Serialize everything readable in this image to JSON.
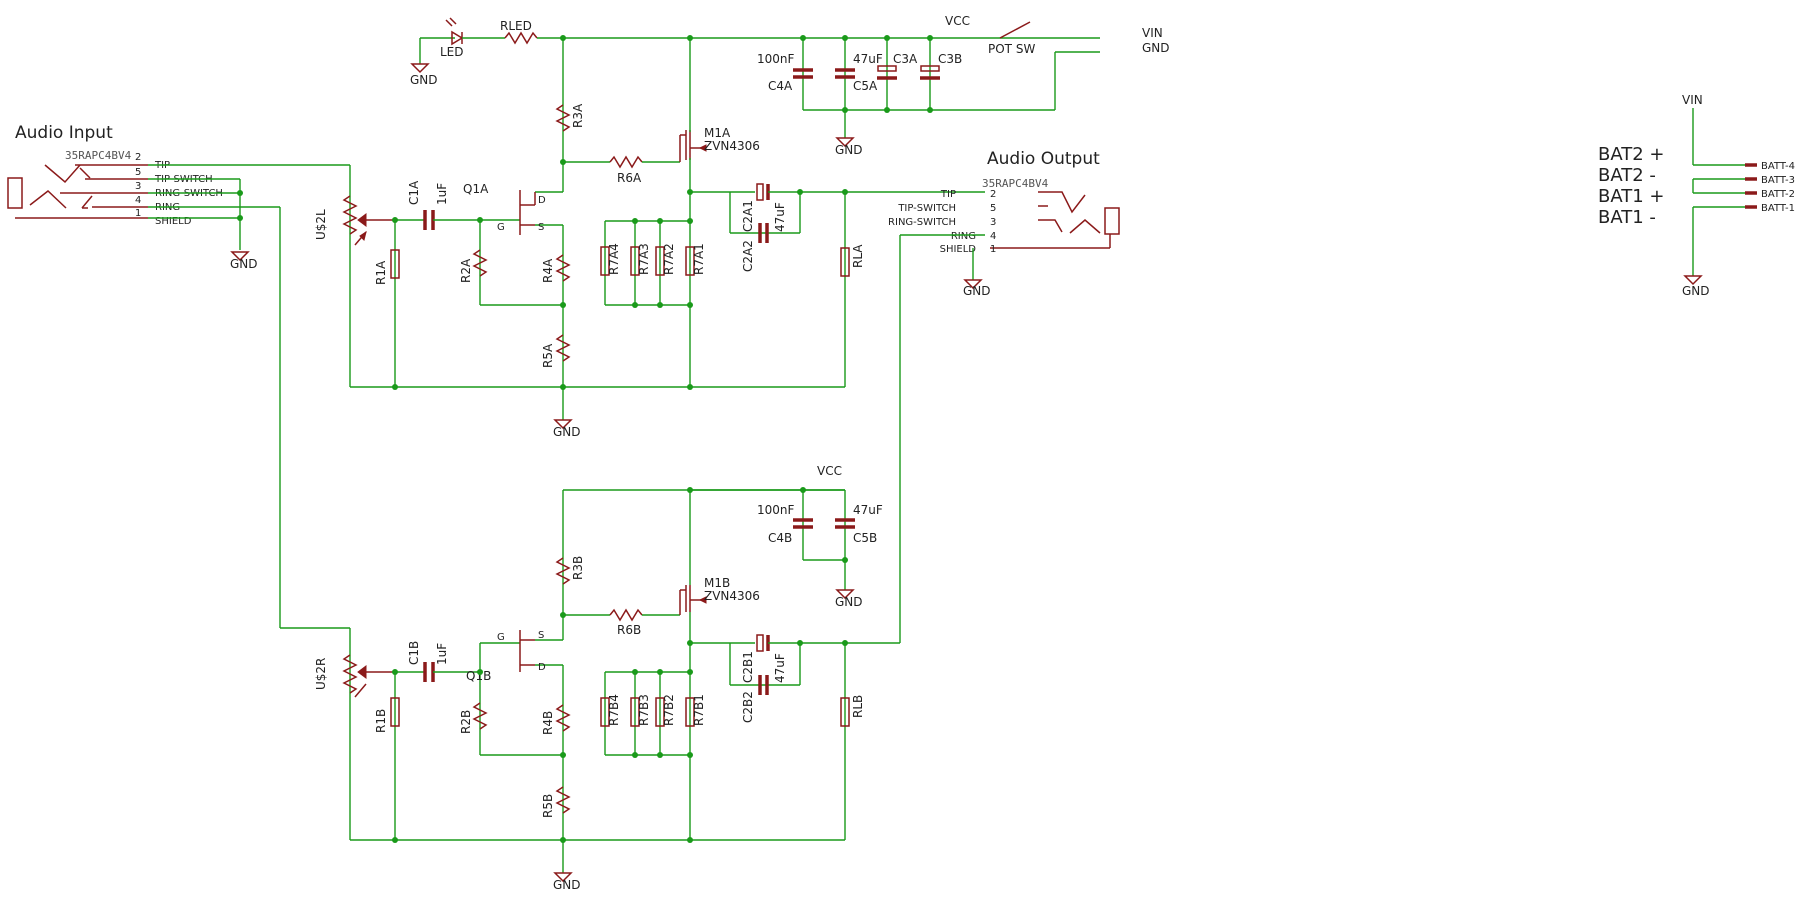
{
  "sections": {
    "audio_input": "Audio Input",
    "audio_output": "Audio Output"
  },
  "jacks": {
    "input": {
      "part": "35RAPC4BV4",
      "pins": [
        {
          "num": "2",
          "name": "TIP"
        },
        {
          "num": "5",
          "name": "TIP-SWITCH"
        },
        {
          "num": "3",
          "name": "RING-SWITCH"
        },
        {
          "num": "4",
          "name": "RING"
        },
        {
          "num": "1",
          "name": "SHIELD"
        }
      ]
    },
    "output": {
      "part": "35RAPC4BV4",
      "pins": [
        {
          "num": "2",
          "name": "TIP"
        },
        {
          "num": "5",
          "name": "TIP-SWITCH"
        },
        {
          "num": "3",
          "name": "RING-SWITCH"
        },
        {
          "num": "4",
          "name": "RING"
        },
        {
          "num": "1",
          "name": "SHIELD"
        }
      ]
    }
  },
  "nets": {
    "gnd": "GND",
    "vcc": "VCC",
    "vin": "VIN"
  },
  "power": {
    "switch": "POT SW",
    "vin": "VIN",
    "gnd": "GND"
  },
  "status": {
    "led": "LED",
    "rled": "RLED"
  },
  "channel_a": {
    "pot": "U$2L",
    "c1": "C1A",
    "c1_val": "1uF",
    "r1": "R1A",
    "r2": "R2A",
    "q1": "Q1A",
    "r3": "R3A",
    "r4": "R4A",
    "r5": "R5A",
    "r6": "R6A",
    "mosfet": "M1A",
    "mosfet_part": "ZVN4306",
    "r7": [
      "R7A4",
      "R7A3",
      "R7A2",
      "R7A1"
    ],
    "c2a": "C2A1",
    "c2b": "C2A2",
    "c2_val": "47uF",
    "rl": "RLA",
    "c4": "C4A",
    "c4_val": "100nF",
    "c5": "C5A",
    "c5_val": "47uF",
    "c3a": "C3A",
    "c3b": "C3B"
  },
  "channel_b": {
    "pot": "U$2R",
    "c1": "C1B",
    "c1_val": "1uF",
    "r1": "R1B",
    "r2": "R2B",
    "q1": "Q1B",
    "r3": "R3B",
    "r4": "R4B",
    "r5": "R5B",
    "r6": "R6B",
    "mosfet": "M1B",
    "mosfet_part": "ZVN4306",
    "r7": [
      "R7B4",
      "R7B3",
      "R7B2",
      "R7B1"
    ],
    "c2a": "C2B1",
    "c2b": "C2B2",
    "c2_val": "47uF",
    "rl": "RLB",
    "c4": "C4B",
    "c4_val": "100nF",
    "c5": "C5B",
    "c5_val": "47uF"
  },
  "fet_pins": {
    "g": "G",
    "d": "D",
    "s": "S"
  },
  "battery": {
    "labels": [
      "BAT2 +",
      "BAT2 -",
      "BAT1 +",
      "BAT1 -"
    ],
    "pins": [
      "BATT-4",
      "BATT-3",
      "BATT-2",
      "BATT-1"
    ]
  }
}
